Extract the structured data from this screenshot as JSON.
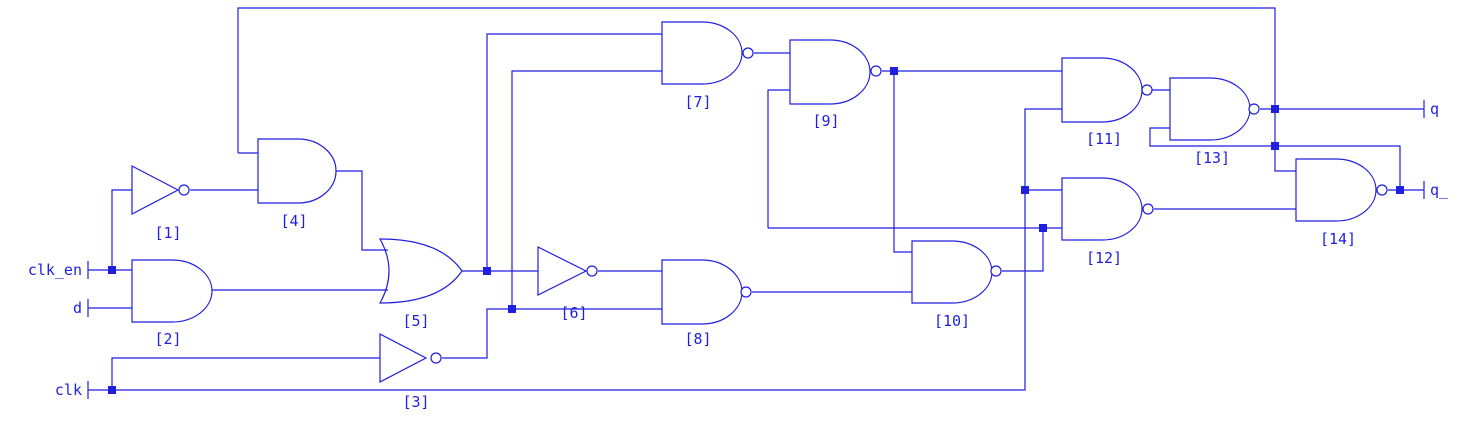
{
  "ports": {
    "clk_en": "clk_en",
    "d": "d",
    "clk": "clk",
    "q": "q",
    "q_": "q_"
  },
  "gate_labels": {
    "g1": "[1]",
    "g2": "[2]",
    "g3": "[3]",
    "g4": "[4]",
    "g5": "[5]",
    "g6": "[6]",
    "g7": "[7]",
    "g8": "[8]",
    "g9": "[9]",
    "g10": "[10]",
    "g11": "[11]",
    "g12": "[12]",
    "g13": "[13]",
    "g14": "[14]"
  },
  "colors": {
    "ink": "#1f1fe0",
    "background": "#ffffff"
  }
}
